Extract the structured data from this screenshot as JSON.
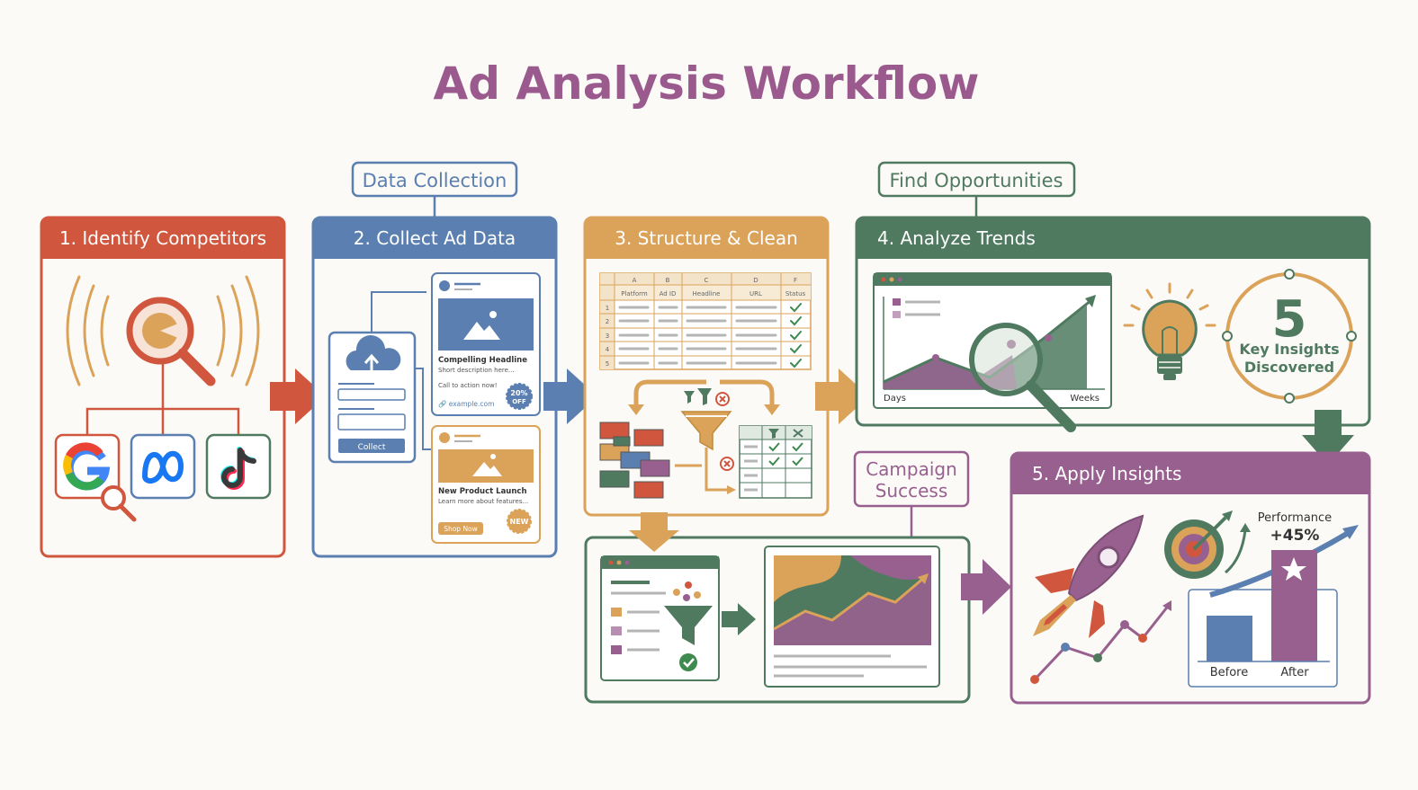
{
  "title": "Ad Analysis Workflow",
  "colors": {
    "red": "#d0573e",
    "blue": "#5a7fb0",
    "orange": "#dba35a",
    "green": "#4f7a60",
    "purple": "#98608f",
    "title": "#9a5a8e",
    "bg": "#fbfaf6"
  },
  "callouts": {
    "data_collection": "Data Collection",
    "find_opportunities": "Find Opportunities",
    "campaign_success_line1": "Campaign",
    "campaign_success_line2": "Success"
  },
  "steps": [
    {
      "label": "1. Identify Competitors",
      "icons": [
        "radar-search-icon",
        "google-icon",
        "meta-icon",
        "tiktok-icon"
      ]
    },
    {
      "label": "2. Collect Ad Data",
      "collect_button": "Collect",
      "ad1": {
        "headline": "Compelling Headline",
        "desc": "Short description here...",
        "cta": "Call to action now!",
        "url": "example.com",
        "badge_line1": "20%",
        "badge_line2": "OFF"
      },
      "ad2": {
        "headline": "New Product Launch",
        "desc": "Learn more about features...",
        "button": "Shop Now",
        "badge": "NEW"
      }
    },
    {
      "label": "3. Structure & Clean",
      "columns": [
        "A",
        "B",
        "C",
        "D",
        "F"
      ],
      "headers": [
        "Platform",
        "Ad ID",
        "Headline",
        "URL",
        "Status"
      ],
      "rows": [
        "1",
        "2",
        "3",
        "4",
        "5"
      ]
    },
    {
      "label": "4. Analyze Trends",
      "chart_x_start": "Days",
      "chart_x_end": "Weeks",
      "insight_number": "5",
      "insight_line1": "Key Insights",
      "insight_line2": "Discovered"
    },
    {
      "label": "5. Apply Insights",
      "performance_label": "Performance",
      "performance_value": "+45%",
      "before_label": "Before",
      "after_label": "After"
    }
  ]
}
